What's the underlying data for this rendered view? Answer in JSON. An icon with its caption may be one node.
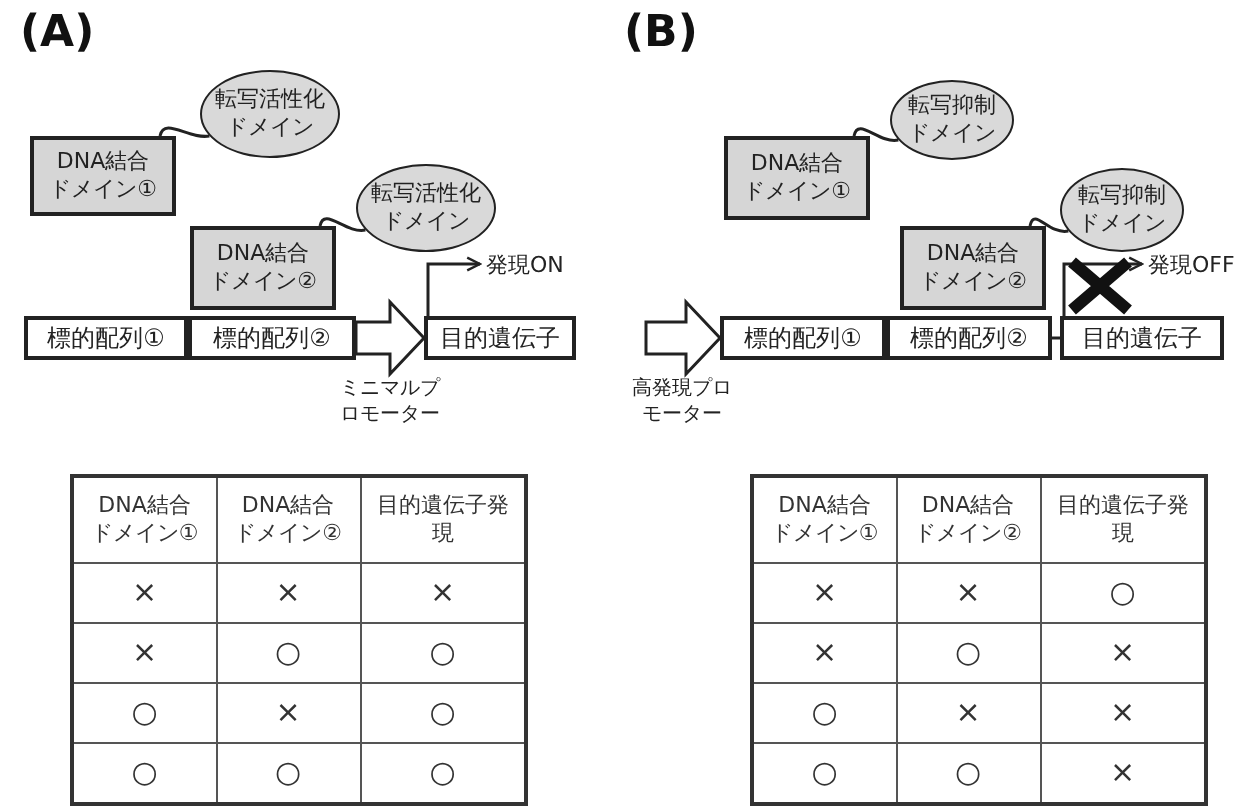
{
  "diagram": {
    "nodes": [
      {
        "text": [
          "転写活性化ドメイン"
        ]
      },
      {
        "text": [
          "DNA結合ドメイン①"
        ]
      },
      {
        "text": [
          "転写活性化ドメイン"
        ]
      },
      {
        "text": [
          "DNA結合ドメイン②"
        ]
      },
      {
        "text": [
          "標的配列①"
        ]
      },
      {
        "text": [
          "標的配列②"
        ]
      },
      {
        "text": [
          "目的遺伝子"
        ]
      },
      {
        "text": [
          "発現ON"
        ]
      },
      {
        "text": [
          "転写抑制ドメイン"
        ]
      },
      {
        "text": [
          "DNA結合ドメイン①"
        ]
      },
      {
        "text": [
          "転写抑制ドメイン"
        ]
      },
      {
        "text": [
          "DNA結合ドメイン②"
        ]
      },
      {
        "text": [
          "標的配列①"
        ]
      },
      {
        "text": [
          "標的配列②"
        ]
      },
      {
        "text": [
          "目的遺伝子"
        ]
      },
      {
        "text": [
          "発現OFF"
        ]
      }
    ],
    "edges": [
      {
        "from": 0,
        "to": 1,
        "arrow": "none"
      },
      {
        "from": 2,
        "to": 3,
        "arrow": "none"
      },
      {
        "from": 5,
        "to": 6,
        "arrow": "to",
        "style": "thick",
        "label": "ミニマルプロモーター"
      },
      {
        "from": 6,
        "to": 7,
        "arrow": "to"
      },
      {
        "from": 8,
        "to": 9,
        "arrow": "none"
      },
      {
        "from": 10,
        "to": 11,
        "arrow": "none"
      },
      {
        "from": null,
        "to": 12,
        "arrow": "to",
        "style": "thick",
        "label": "高発現プロモーター"
      },
      {
        "from": 13,
        "to": 14,
        "arrow": "none"
      },
      {
        "from": 14,
        "to": 15,
        "arrow": "to"
      }
    ],
    "labels": [
      "(A)",
      "(B)",
      "DNA結合ドメイン①",
      "DNA結合ドメイン②",
      "目的遺伝子発現",
      "×",
      "×",
      "×",
      "×",
      "○",
      "○",
      "○",
      "×",
      "○",
      "○",
      "○",
      "○",
      "DNA結合ドメイン①",
      "DNA結合ドメイン②",
      "目的遺伝子発現",
      "×",
      "×",
      "○",
      "×",
      "○",
      "×",
      "○",
      "×",
      "×",
      "○",
      "○",
      "×"
    ]
  }
}
